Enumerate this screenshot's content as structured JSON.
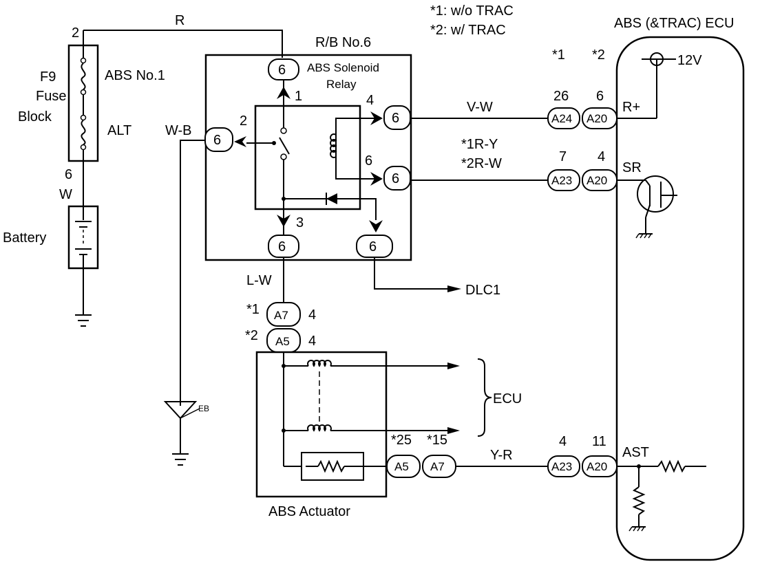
{
  "notes": {
    "star1": "*1: w/o TRAC",
    "star2": "*2: w/   TRAC"
  },
  "ecu": {
    "title": "ABS (&TRAC) ECU",
    "col1": "*1",
    "col2": "*2",
    "supply": "12V",
    "r_plus": "R+",
    "sr": "SR",
    "ast": "AST"
  },
  "fuse_block": {
    "name_line1": "F9",
    "name_line2": "Fuse",
    "name_line3": "Block",
    "fuse1": "ABS No.1",
    "fuse2": "ALT",
    "pin_top": "2",
    "pin_bottom": "6",
    "wire_bottom": "W",
    "wire_top": "R"
  },
  "battery": {
    "label": "Battery"
  },
  "relay_block": {
    "title": "R/B No.6",
    "relay_name_line1": "ABS Solenoid",
    "relay_name_line2": "Relay",
    "conn": "6",
    "pin1": "1",
    "pin2": "2",
    "pin3": "3",
    "pin4": "4",
    "pin6": "6"
  },
  "wires": {
    "w_b": "W-B",
    "v_w": "V-W",
    "r_y": "*1R-Y",
    "r_w": "*2R-W",
    "l_w": "L-W",
    "y_r": "Y-R",
    "dlc1": "DLC1",
    "eb": "EB"
  },
  "connectors": {
    "a24": "A24",
    "a20": "A20",
    "a23": "A23",
    "a7": "A7",
    "a5": "A5",
    "p26": "26",
    "p6": "6",
    "p7": "7",
    "p4": "4",
    "p11": "11",
    "star1": "*1",
    "star2": "*2",
    "pin4": "4",
    "star2_5": "*25",
    "star1_5": "*15"
  },
  "actuator": {
    "label": "ABS Actuator",
    "ecu_label": "ECU"
  }
}
